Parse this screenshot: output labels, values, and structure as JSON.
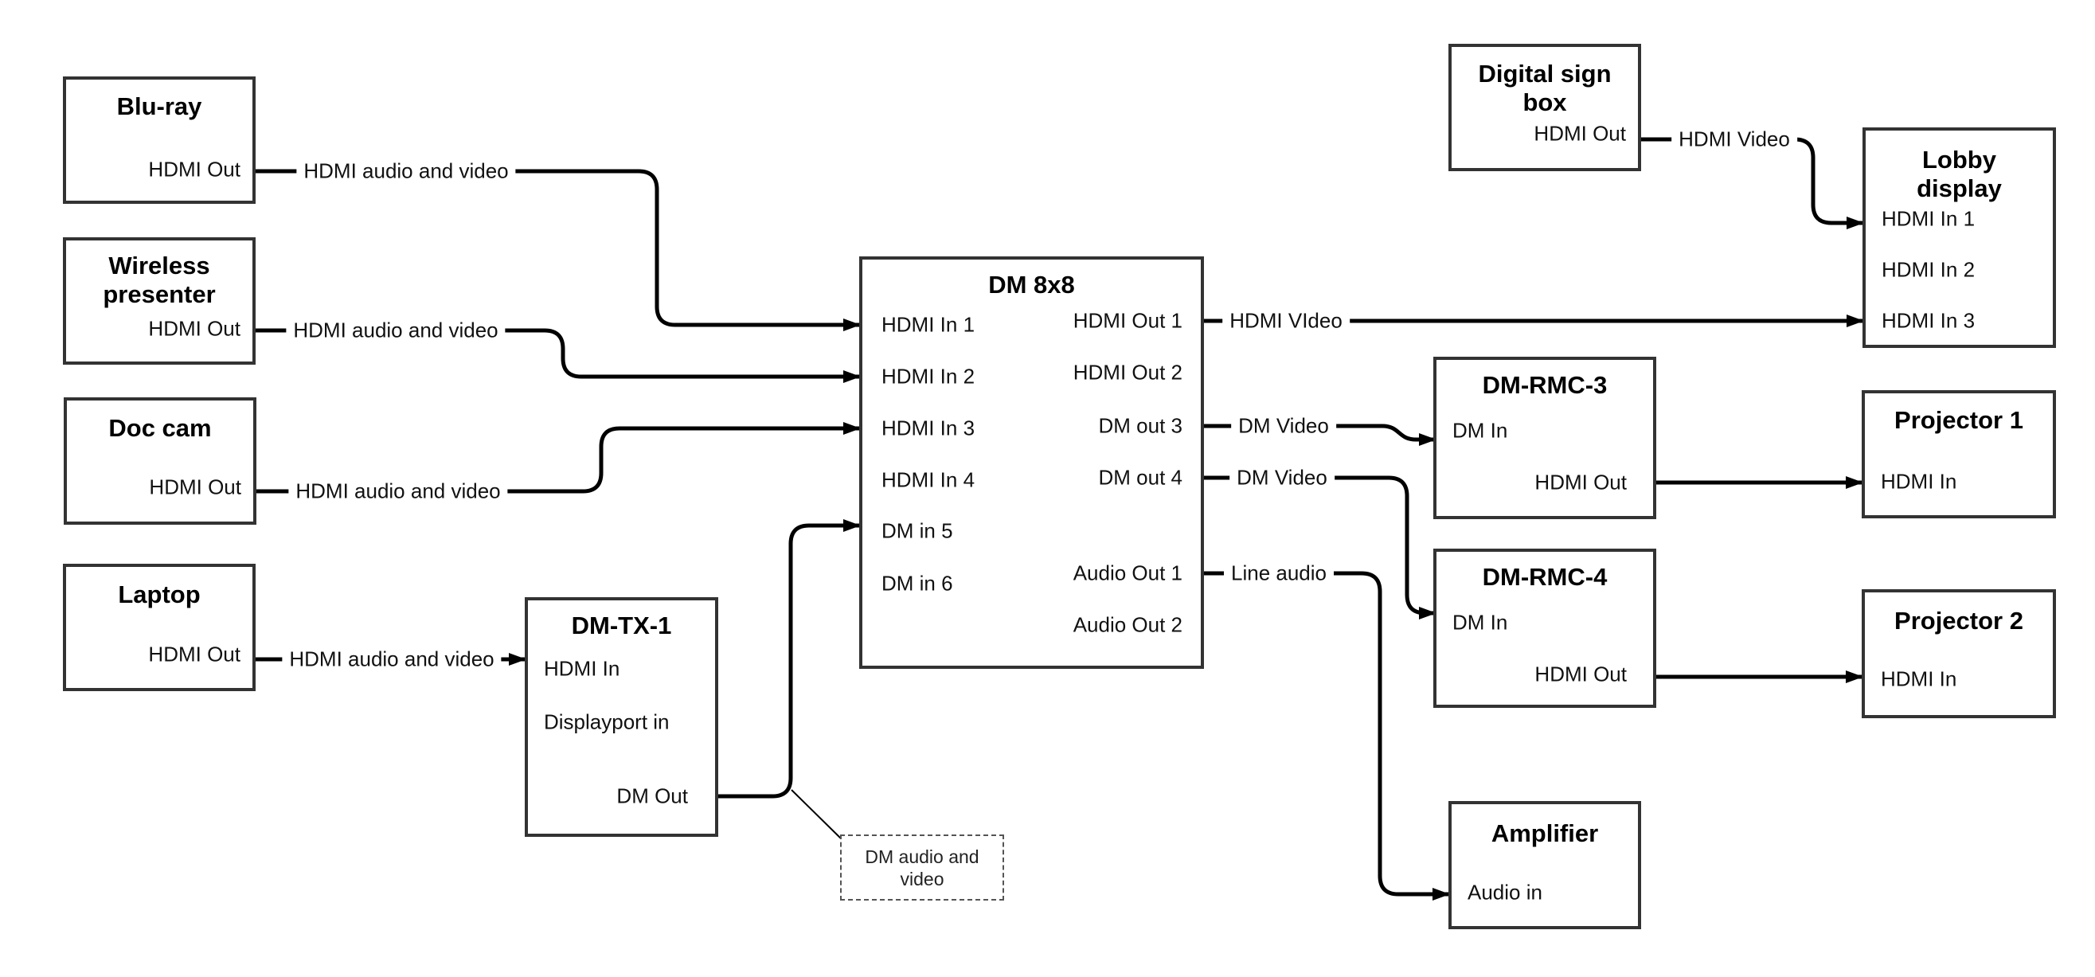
{
  "nodes": {
    "bluray": {
      "title_lines": [
        "Blu-ray"
      ],
      "ports": {
        "out": "HDMI Out"
      }
    },
    "wireless": {
      "title_lines": [
        "Wireless",
        "presenter"
      ],
      "ports": {
        "out": "HDMI Out"
      }
    },
    "doccam": {
      "title_lines": [
        "Doc cam"
      ],
      "ports": {
        "out": "HDMI Out"
      }
    },
    "laptop": {
      "title_lines": [
        "Laptop"
      ],
      "ports": {
        "out": "HDMI Out"
      }
    },
    "dmtx1": {
      "title_lines": [
        "DM-TX-1"
      ],
      "ports": {
        "hdmi_in": "HDMI In",
        "dp_in": "Displayport in",
        "dm_out": "DM Out"
      }
    },
    "dm8x8": {
      "title_lines": [
        "DM 8x8"
      ],
      "ports": {
        "in1": "HDMI In 1",
        "in2": "HDMI In 2",
        "in3": "HDMI In 3",
        "in4": "HDMI In 4",
        "in5": "DM in 5",
        "in6": "DM in 6",
        "out1": "HDMI Out 1",
        "out2": "HDMI Out 2",
        "out3": "DM out 3",
        "out4": "DM out 4",
        "aout1": "Audio Out 1",
        "aout2": "Audio Out 2"
      }
    },
    "digitalsign": {
      "title_lines": [
        "Digital sign",
        "box"
      ],
      "ports": {
        "out": "HDMI Out"
      }
    },
    "lobby": {
      "title_lines": [
        "Lobby",
        "display"
      ],
      "ports": {
        "in1": "HDMI In 1",
        "in2": "HDMI In 2",
        "in3": "HDMI In 3"
      }
    },
    "dmrmc3": {
      "title_lines": [
        "DM-RMC-3"
      ],
      "ports": {
        "dm_in": "DM In",
        "hdmi_out": "HDMI Out"
      }
    },
    "dmrmc4": {
      "title_lines": [
        "DM-RMC-4"
      ],
      "ports": {
        "dm_in": "DM In",
        "hdmi_out": "HDMI Out"
      }
    },
    "proj1": {
      "title_lines": [
        "Projector 1"
      ],
      "ports": {
        "in": "HDMI In"
      }
    },
    "proj2": {
      "title_lines": [
        "Projector 2"
      ],
      "ports": {
        "in": "HDMI In"
      }
    },
    "amplifier": {
      "title_lines": [
        "Amplifier"
      ],
      "ports": {
        "in": "Audio in"
      }
    }
  },
  "connections": [
    {
      "from": "Blu-ray / HDMI Out",
      "to": "DM 8x8 / HDMI In 1",
      "label": "HDMI audio and video"
    },
    {
      "from": "Wireless presenter / HDMI Out",
      "to": "DM 8x8 / HDMI In 2",
      "label": "HDMI audio and video"
    },
    {
      "from": "Doc cam / HDMI Out",
      "to": "DM 8x8 / HDMI In 3",
      "label": "HDMI audio and video"
    },
    {
      "from": "Laptop / HDMI Out",
      "to": "DM-TX-1 / HDMI In",
      "label": "HDMI audio and video"
    },
    {
      "from": "DM-TX-1 / DM Out",
      "to": "DM 8x8 / DM in 5",
      "label": ""
    },
    {
      "from": "DM 8x8 / HDMI Out 1",
      "to": "Lobby display / HDMI In 3",
      "label": "HDMI VIdeo"
    },
    {
      "from": "DM 8x8 / DM out 3",
      "to": "DM-RMC-3 / DM In",
      "label": "DM Video"
    },
    {
      "from": "DM 8x8 / DM out 4",
      "to": "DM-RMC-4 / DM In",
      "label": "DM Video"
    },
    {
      "from": "DM 8x8 / Audio Out 1",
      "to": "Amplifier / Audio in",
      "label": "Line audio"
    },
    {
      "from": "Digital sign box / HDMI Out",
      "to": "Lobby display / HDMI In 1",
      "label": "HDMI Video"
    },
    {
      "from": "DM-RMC-3 / HDMI Out",
      "to": "Projector 1 / HDMI In",
      "label": ""
    },
    {
      "from": "DM-RMC-4 / HDMI Out",
      "to": "Projector 2 / HDMI In",
      "label": ""
    }
  ],
  "note": {
    "line1": "DM audio and",
    "line2": "video"
  },
  "colors": {
    "box_border": "#333333",
    "wire": "#000000",
    "text": "#111111",
    "background": "#ffffff"
  }
}
